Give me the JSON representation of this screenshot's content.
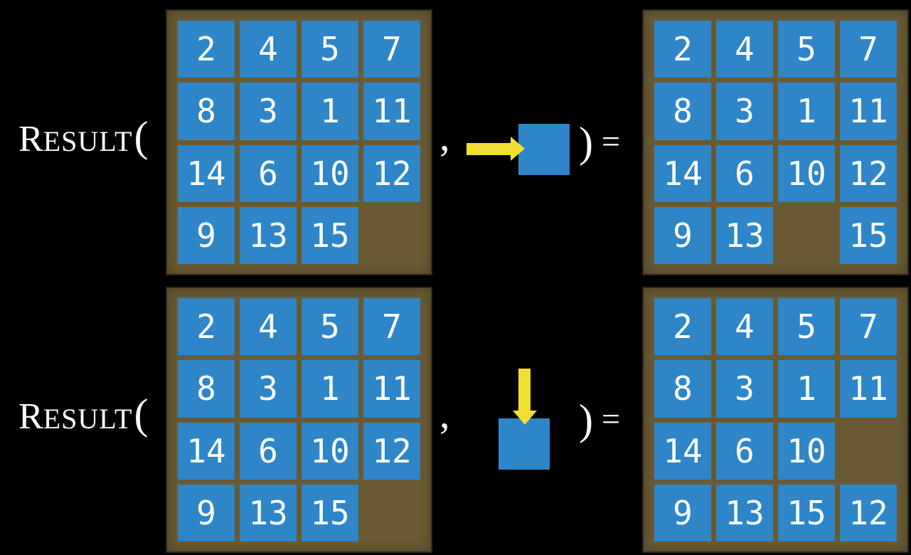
{
  "colors": {
    "background": "#000000",
    "board": "#695A33",
    "board_border": "#2E2817",
    "tile": "#2E86C8",
    "arrow": "#F0DF33",
    "text": "#FFFFFF"
  },
  "function_notation": {
    "name_initial": "R",
    "name_rest": "ESULT",
    "open_paren": "(",
    "comma": ",",
    "close_paren": ")",
    "equals": "="
  },
  "rows": [
    {
      "name": "slide-right-example",
      "action": {
        "icon": "right-arrow-into-tile",
        "direction": "right"
      },
      "input_grid": [
        [
          2,
          4,
          5,
          7
        ],
        [
          8,
          3,
          1,
          11
        ],
        [
          14,
          6,
          10,
          12
        ],
        [
          9,
          13,
          15,
          null
        ]
      ],
      "output_grid": [
        [
          2,
          4,
          5,
          7
        ],
        [
          8,
          3,
          1,
          11
        ],
        [
          14,
          6,
          10,
          12
        ],
        [
          9,
          13,
          null,
          15
        ]
      ]
    },
    {
      "name": "slide-down-example",
      "action": {
        "icon": "down-arrow-into-tile",
        "direction": "down"
      },
      "input_grid": [
        [
          2,
          4,
          5,
          7
        ],
        [
          8,
          3,
          1,
          11
        ],
        [
          14,
          6,
          10,
          12
        ],
        [
          9,
          13,
          15,
          null
        ]
      ],
      "output_grid": [
        [
          2,
          4,
          5,
          7
        ],
        [
          8,
          3,
          1,
          11
        ],
        [
          14,
          6,
          10,
          null
        ],
        [
          9,
          13,
          15,
          12
        ]
      ]
    }
  ]
}
